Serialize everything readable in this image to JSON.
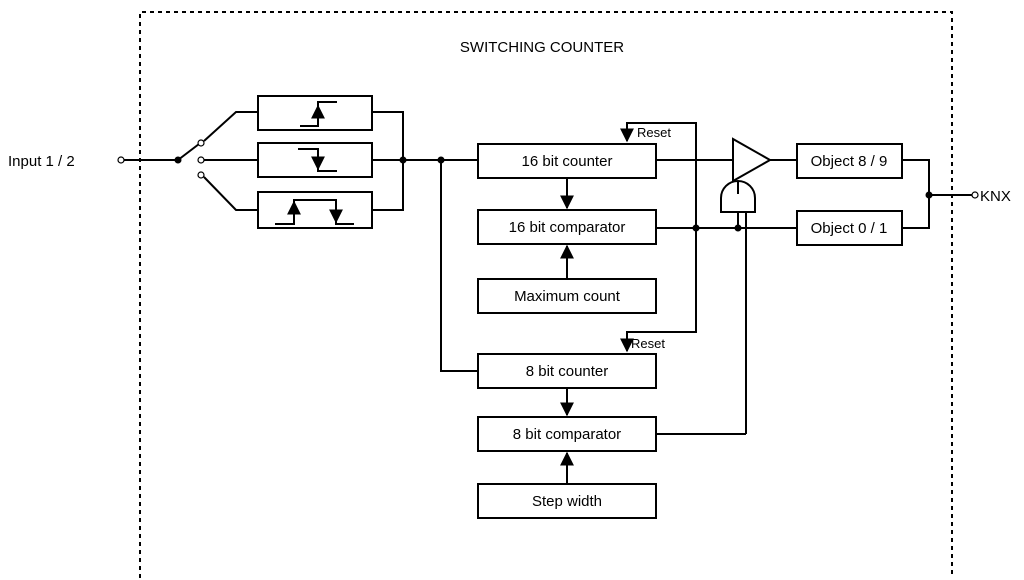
{
  "diagram": {
    "title": "SWITCHING COUNTER",
    "input_label": "Input 1 / 2",
    "output_label": "KNX",
    "blocks": {
      "counter16": "16 bit counter",
      "comparator16": "16 bit comparator",
      "max_count": "Maximum count",
      "counter8": "8 bit counter",
      "comparator8": "8 bit comparator",
      "step_width": "Step width",
      "object_8_9": "Object 8 / 9",
      "object_0_1": "Object 0 / 1"
    },
    "reset_label": "Reset"
  }
}
